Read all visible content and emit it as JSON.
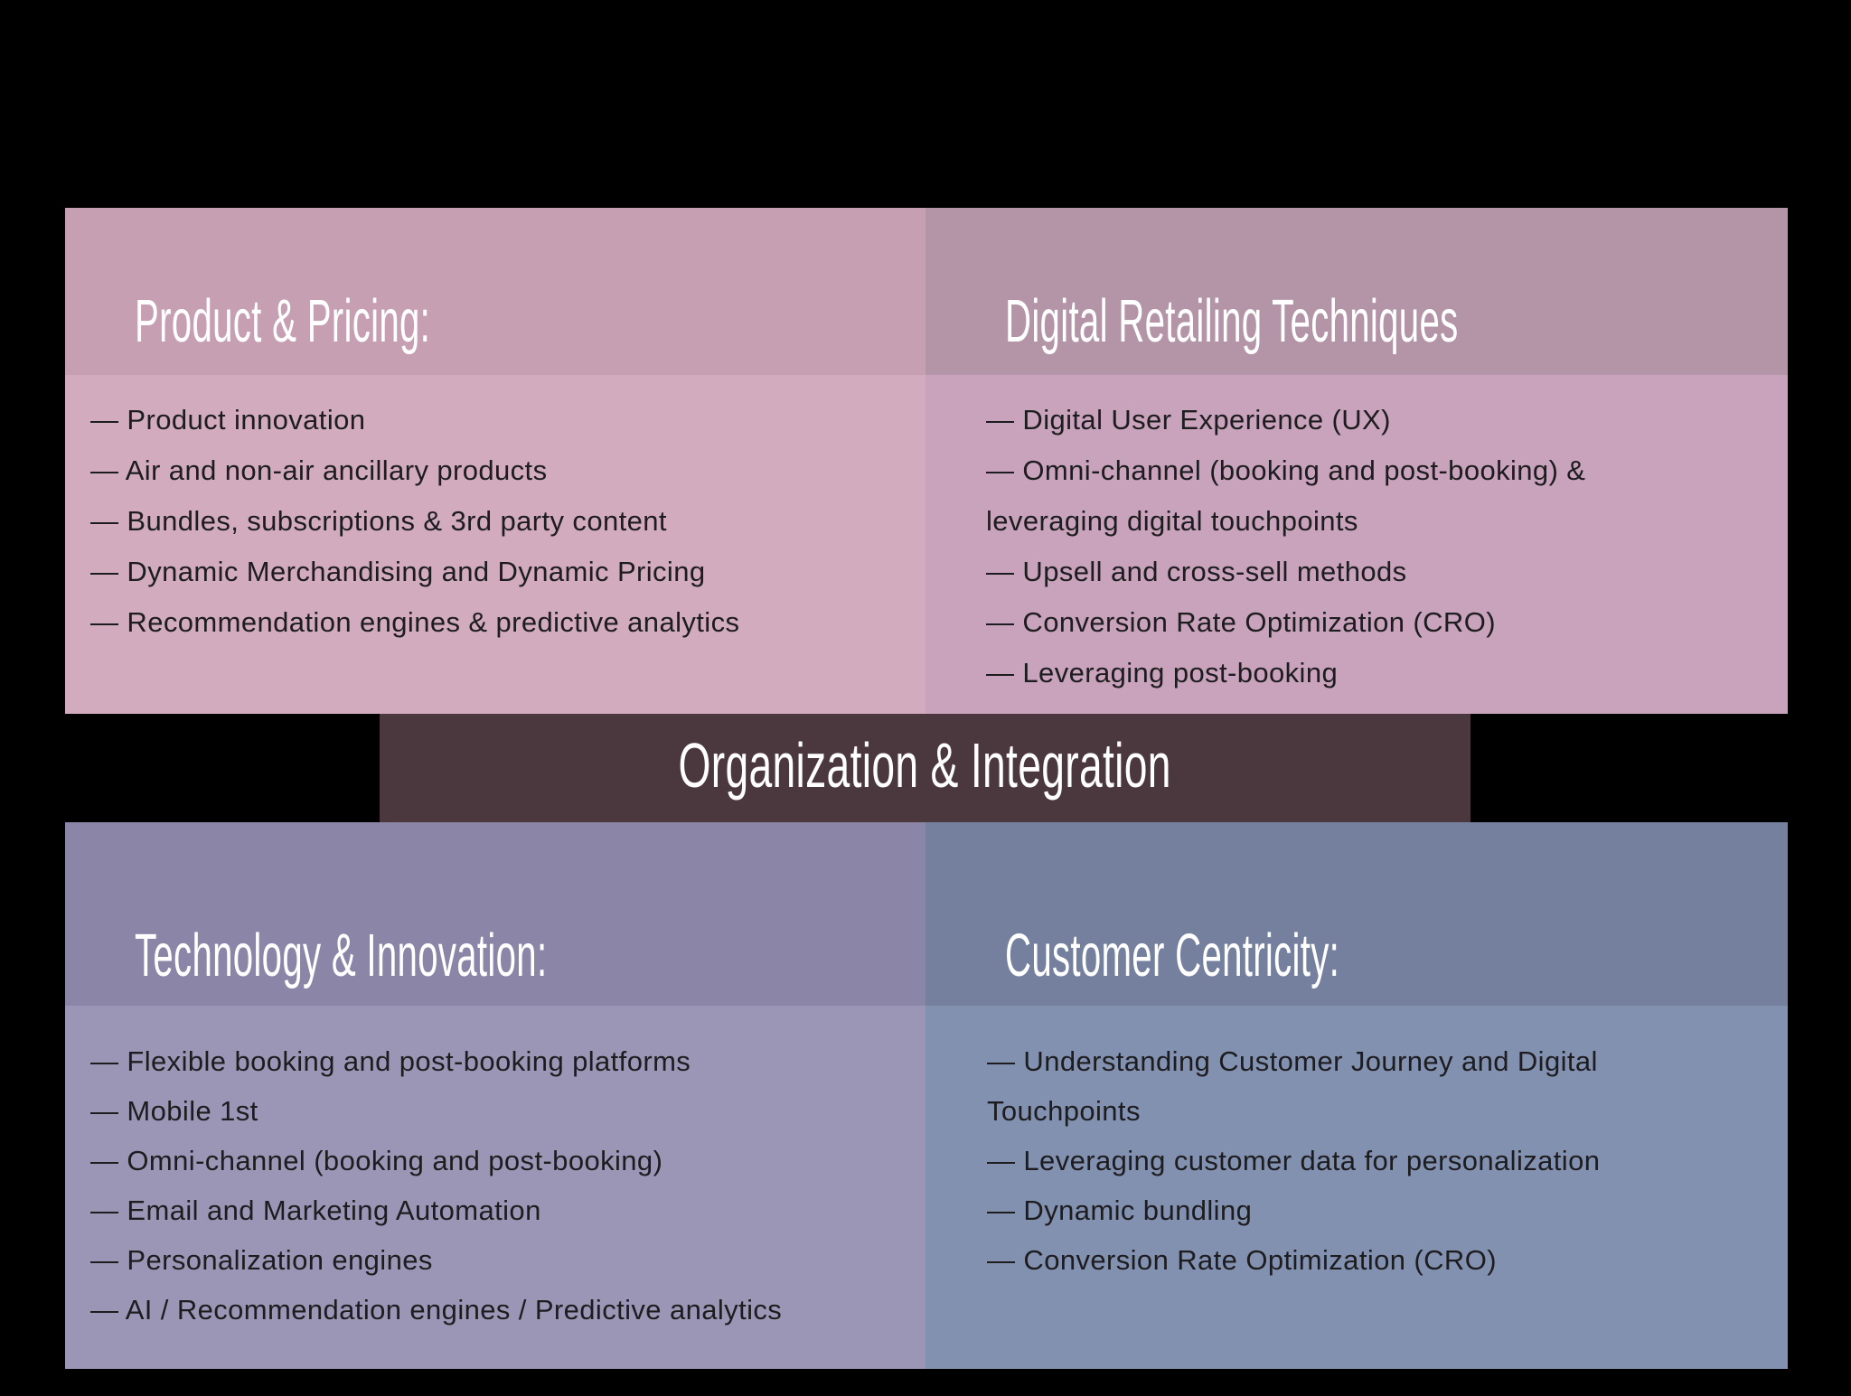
{
  "slide": {
    "background": "#000000",
    "title_color": "#ffffff",
    "body_text_color": "#1d1c1f",
    "banner": {
      "title": "Organization & Integration",
      "bg": "#4b383f"
    },
    "quadrants": [
      {
        "key": "product-pricing",
        "title": "Product & Pricing:",
        "header_bg": "#c79fb2",
        "body_bg": "#d2abbe",
        "items": [
          "— Product innovation",
          "— Air and non-air ancillary products",
          "— Bundles, subscriptions & 3rd party content",
          "— Dynamic Merchandising and Dynamic Pricing",
          "— Recommendation engines & predictive analytics"
        ]
      },
      {
        "key": "digital-retailing-techniques",
        "title": "Digital Retailing Techniques",
        "header_bg": "#b495a8",
        "body_bg": "#c8a3bb",
        "items": [
          "— Digital User Experience (UX)",
          "— Omni-channel (booking and post-booking) & leveraging digital touchpoints",
          "— Upsell and cross-sell methods",
          "— Conversion Rate Optimization (CRO)",
          "— Leveraging post-booking"
        ]
      },
      {
        "key": "technology-innovation",
        "title": "Technology & Innovation:",
        "header_bg": "#8b85a7",
        "body_bg": "#9c96b6",
        "items": [
          "— Flexible booking and post-booking platforms",
          "— Mobile 1st",
          "— Omni-channel (booking and post-booking)",
          "— Email and Marketing Automation",
          "— Personalization engines",
          "— AI / Recommendation engines / Predictive analytics"
        ]
      },
      {
        "key": "customer-centricity",
        "title": "Customer Centricity:",
        "header_bg": "#74809e",
        "body_bg": "#8391b0",
        "items": [
          "— Understanding Customer Journey and Digital Touchpoints",
          "— Leveraging customer data for personalization",
          "— Dynamic bundling",
          "— Conversion Rate Optimization (CRO)"
        ]
      }
    ]
  }
}
